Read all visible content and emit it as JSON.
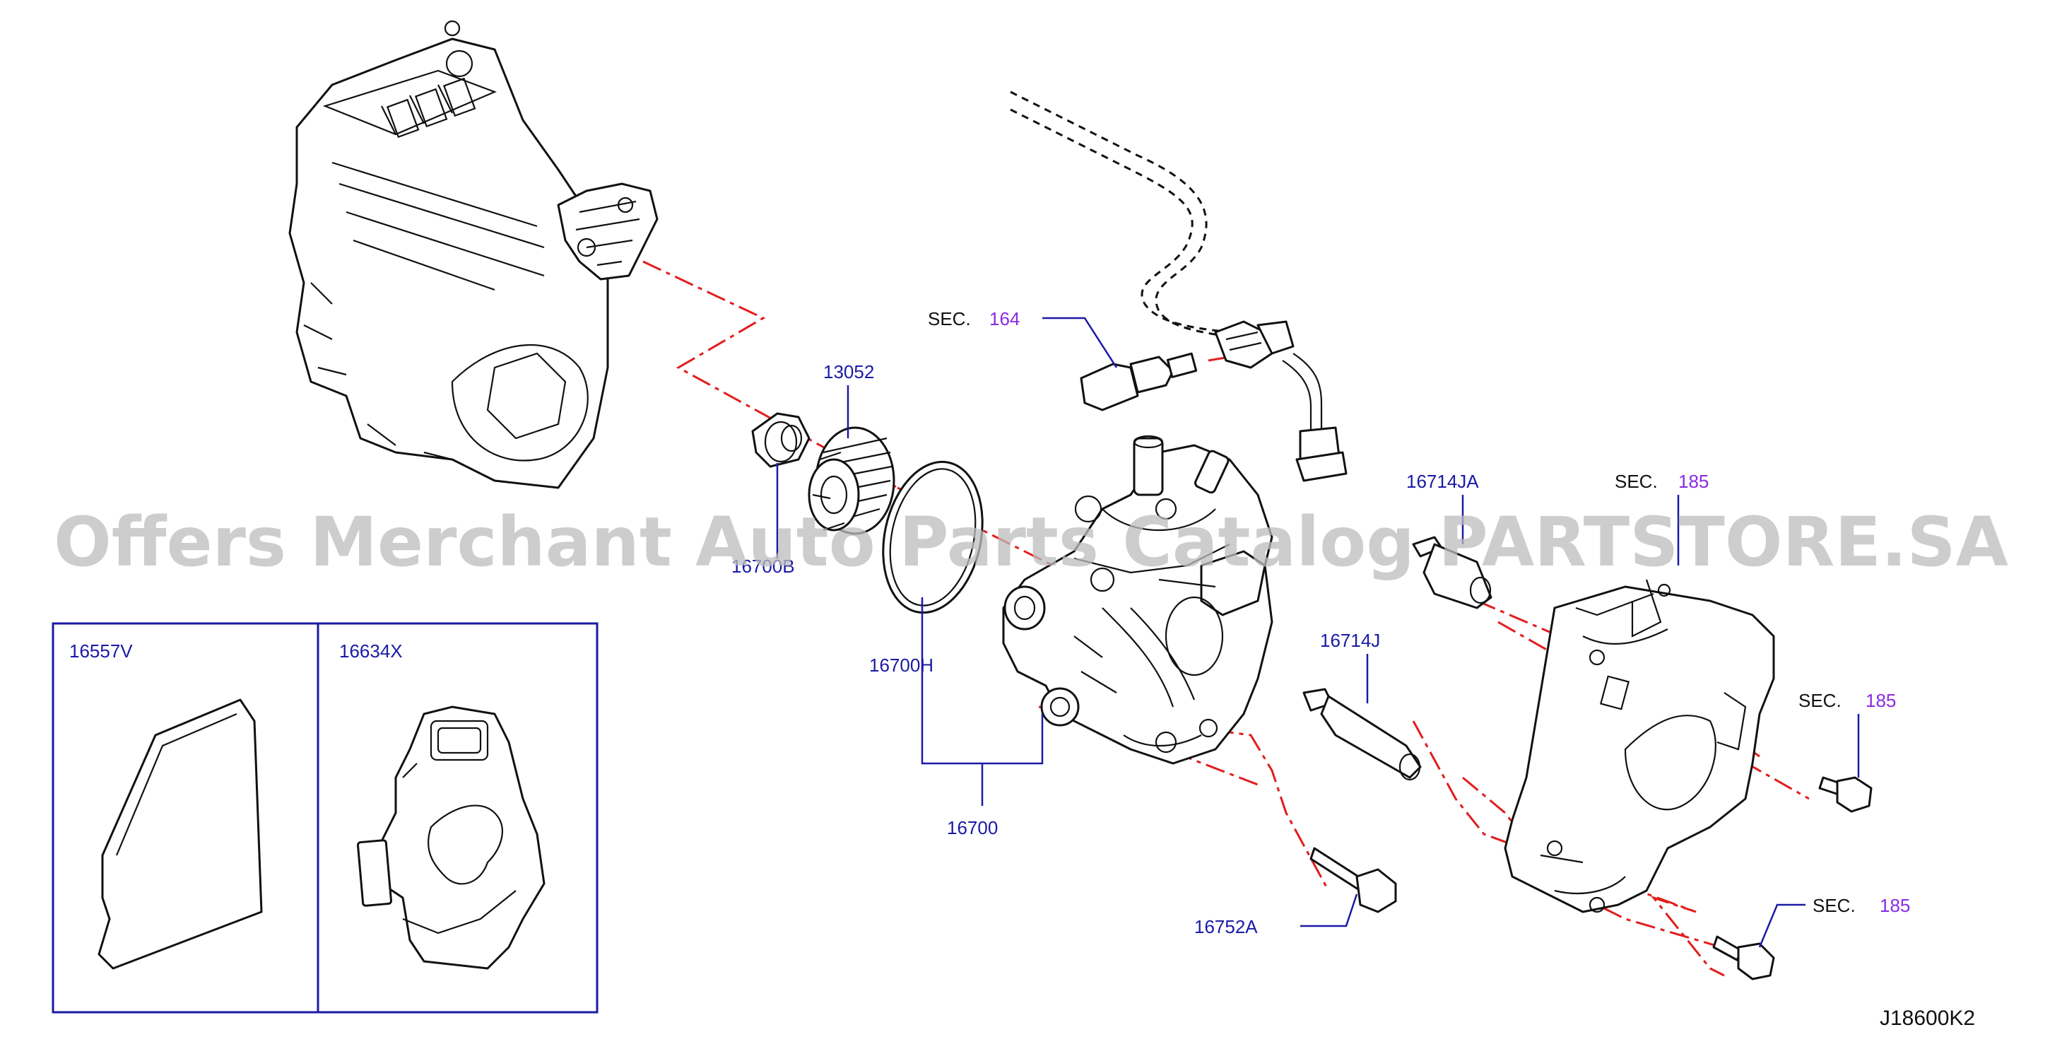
{
  "watermark": "Offers Merchant Auto Parts Catalog PARTSTORE.SA",
  "diagram_code": "J18600K2",
  "sections": [
    {
      "prefix": "SEC.",
      "number": "164"
    },
    {
      "prefix": "SEC.",
      "number": "185"
    },
    {
      "prefix": "SEC.",
      "number": "185"
    },
    {
      "prefix": "SEC.",
      "number": "185"
    }
  ],
  "parts": {
    "p13052": "13052",
    "p16700B": "16700B",
    "p16700H": "16700H",
    "p16700": "16700",
    "p16714JA": "16714JA",
    "p16714J": "16714J",
    "p16752A": "16752A",
    "p16557V": "16557V",
    "p16634X": "16634X"
  },
  "colors": {
    "label_blue": "#1a1aa6",
    "section_purple": "#8a2be2",
    "axis_red": "#e21d1d",
    "watermark_grey": "#bdbdbd"
  }
}
